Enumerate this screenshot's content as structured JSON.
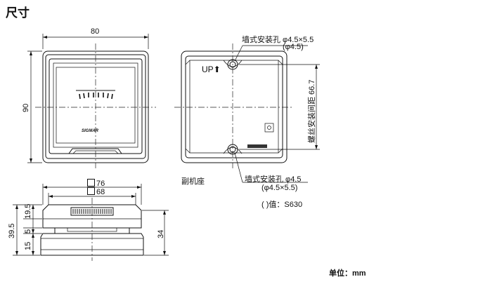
{
  "title": "尺寸",
  "front_view": {
    "width_label": "80",
    "height_label": "90",
    "brand": "SIGMAR"
  },
  "back_view": {
    "up_label": "UP",
    "hole_top_label_1": "墙式安装孔 φ4.5×5.5",
    "hole_top_label_2": "(φ4.5)",
    "hole_bottom_label_1": "墙式安装孔 φ4.5",
    "hole_bottom_label_2": "(φ4.5×5.5)",
    "screw_spacing_label": "螺丝安装间距 66.7",
    "caption": "副机座",
    "note": "( )值：S630"
  },
  "side_view": {
    "outer_label": "76",
    "inner_label": "68",
    "h_total": "39.5",
    "h_top": "19.5",
    "h_mid": "5",
    "h_bottom": "15",
    "h_right": "34"
  },
  "unit_label": "单位：mm"
}
